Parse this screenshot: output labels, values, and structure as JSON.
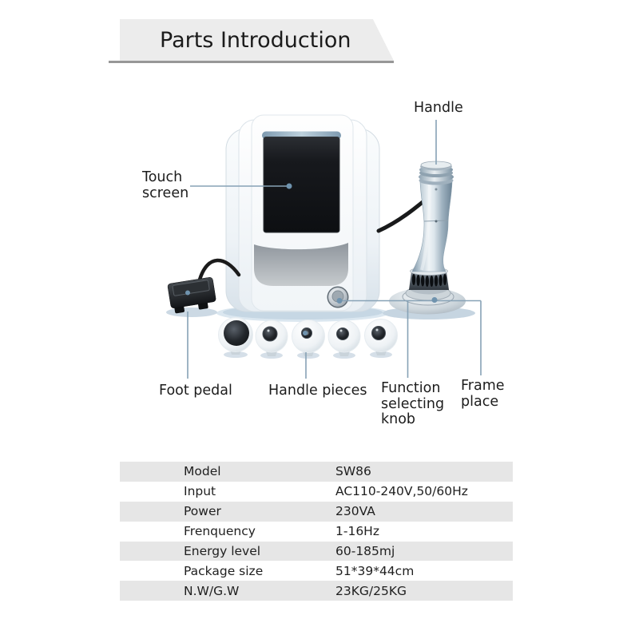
{
  "header": {
    "title": "Parts Introduction"
  },
  "diagram": {
    "labels": {
      "handle": "Handle",
      "touch_screen": "Touch screen",
      "foot_pedal": "Foot pedal",
      "handle_pieces": "Handle pieces",
      "function_selecting_knob": "Function selecting knob",
      "frame_place": "Frame place"
    },
    "colors": {
      "leader_line": "#87a2b6",
      "leader_dot": "#6f93ae",
      "screen": "#101214",
      "machine_body": "#eef3f7",
      "gray_panel": "#9aa0a6",
      "cable": "#1b1b1b"
    }
  },
  "spec_table": {
    "rows": [
      {
        "label": "Model",
        "value": "SW86"
      },
      {
        "label": "Input",
        "value": "AC110-240V,50/60Hz"
      },
      {
        "label": "Power",
        "value": "230VA"
      },
      {
        "label": "Frenquency",
        "value": "1-16Hz"
      },
      {
        "label": "Energy level",
        "value": "60-185mj"
      },
      {
        "label": "Package size",
        "value": "51*39*44cm"
      },
      {
        "label": "N.W/G.W",
        "value": "23KG/25KG"
      }
    ],
    "stripe_color": "#e6e6e6"
  },
  "colors": {
    "banner_bg": "#ececec",
    "banner_underline": "#979797",
    "text": "#1c1c1c"
  }
}
